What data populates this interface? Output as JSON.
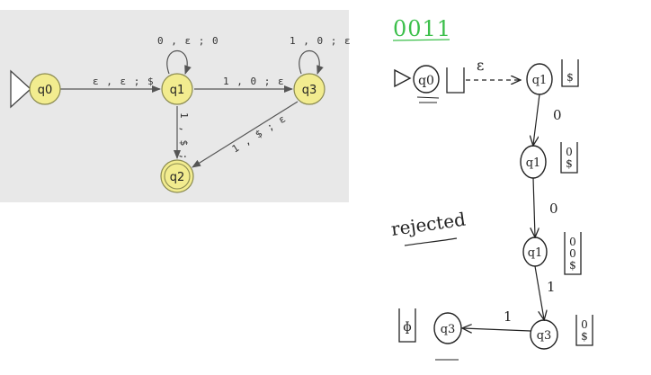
{
  "pda": {
    "states": {
      "q0": "q0",
      "q1": "q1",
      "q2": "q2",
      "q3": "q3"
    },
    "transitions": {
      "q0_q1": "ε , ε ; $",
      "q1_loop": "0 , ε ; 0",
      "q1_q3": "1 , 0 ; ε",
      "q3_loop": "1 , 0 ; ε",
      "q1_q2": "1 , $ ; ε",
      "q3_q2": "1 , $ ; ε"
    },
    "colors": {
      "panel": "#e8e8e8",
      "state_fill": "#f2ec8f",
      "state_stroke": "#8a8a50",
      "edge": "#555555"
    }
  },
  "trace": {
    "input": "0011",
    "start_state": "q0",
    "first_arrow_label": "ε",
    "first_stack": "",
    "states": [
      "q1",
      "q1",
      "q1",
      "q3",
      "q3"
    ],
    "stacks": [
      "$",
      "0\n$",
      "0\n0\n$",
      "0\n$",
      "$"
    ],
    "arrow_labels": [
      "0",
      "0",
      "1",
      "1"
    ],
    "verdict": "rejected",
    "colors": {
      "ink": "#222222",
      "input_ink": "#3bbf4a"
    }
  }
}
